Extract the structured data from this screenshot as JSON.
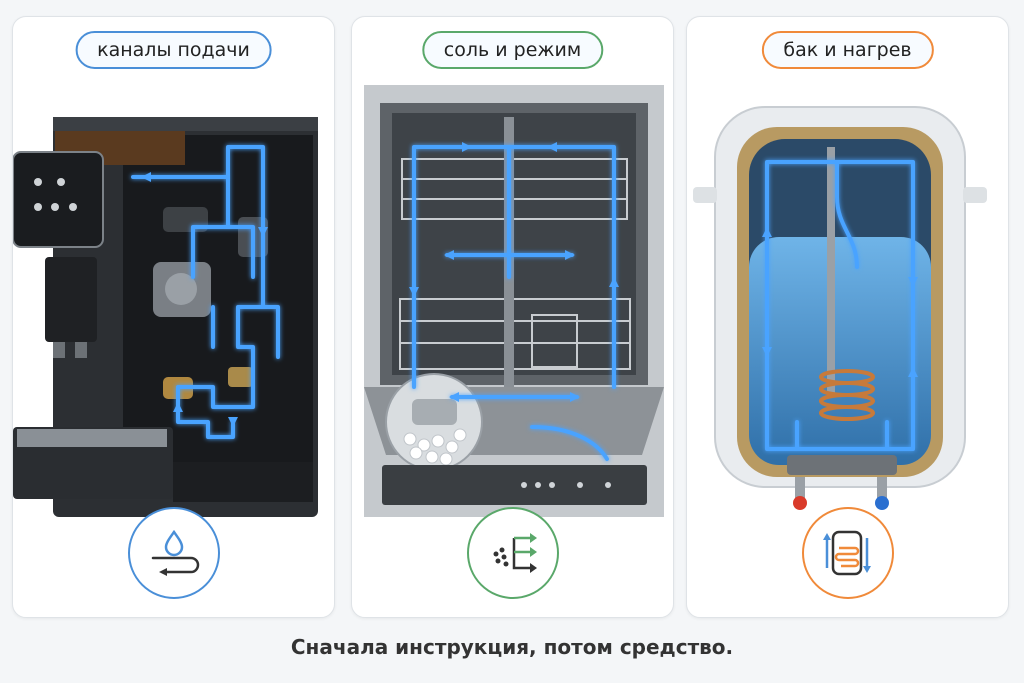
{
  "panels": [
    {
      "label": "каналы подачи",
      "accent": "#4a8fd8",
      "icon": "water-drop-pipe-icon"
    },
    {
      "label": "соль и режим",
      "accent": "#5aa86a",
      "icon": "salt-branch-arrows-icon"
    },
    {
      "label": "бак и нагрев",
      "accent": "#f08a3a",
      "icon": "tank-heater-icon"
    }
  ],
  "caption": "Сначала инструкция, потом средство.",
  "colors": {
    "flow": "#4aa3ff",
    "background": "#f4f6f8"
  }
}
